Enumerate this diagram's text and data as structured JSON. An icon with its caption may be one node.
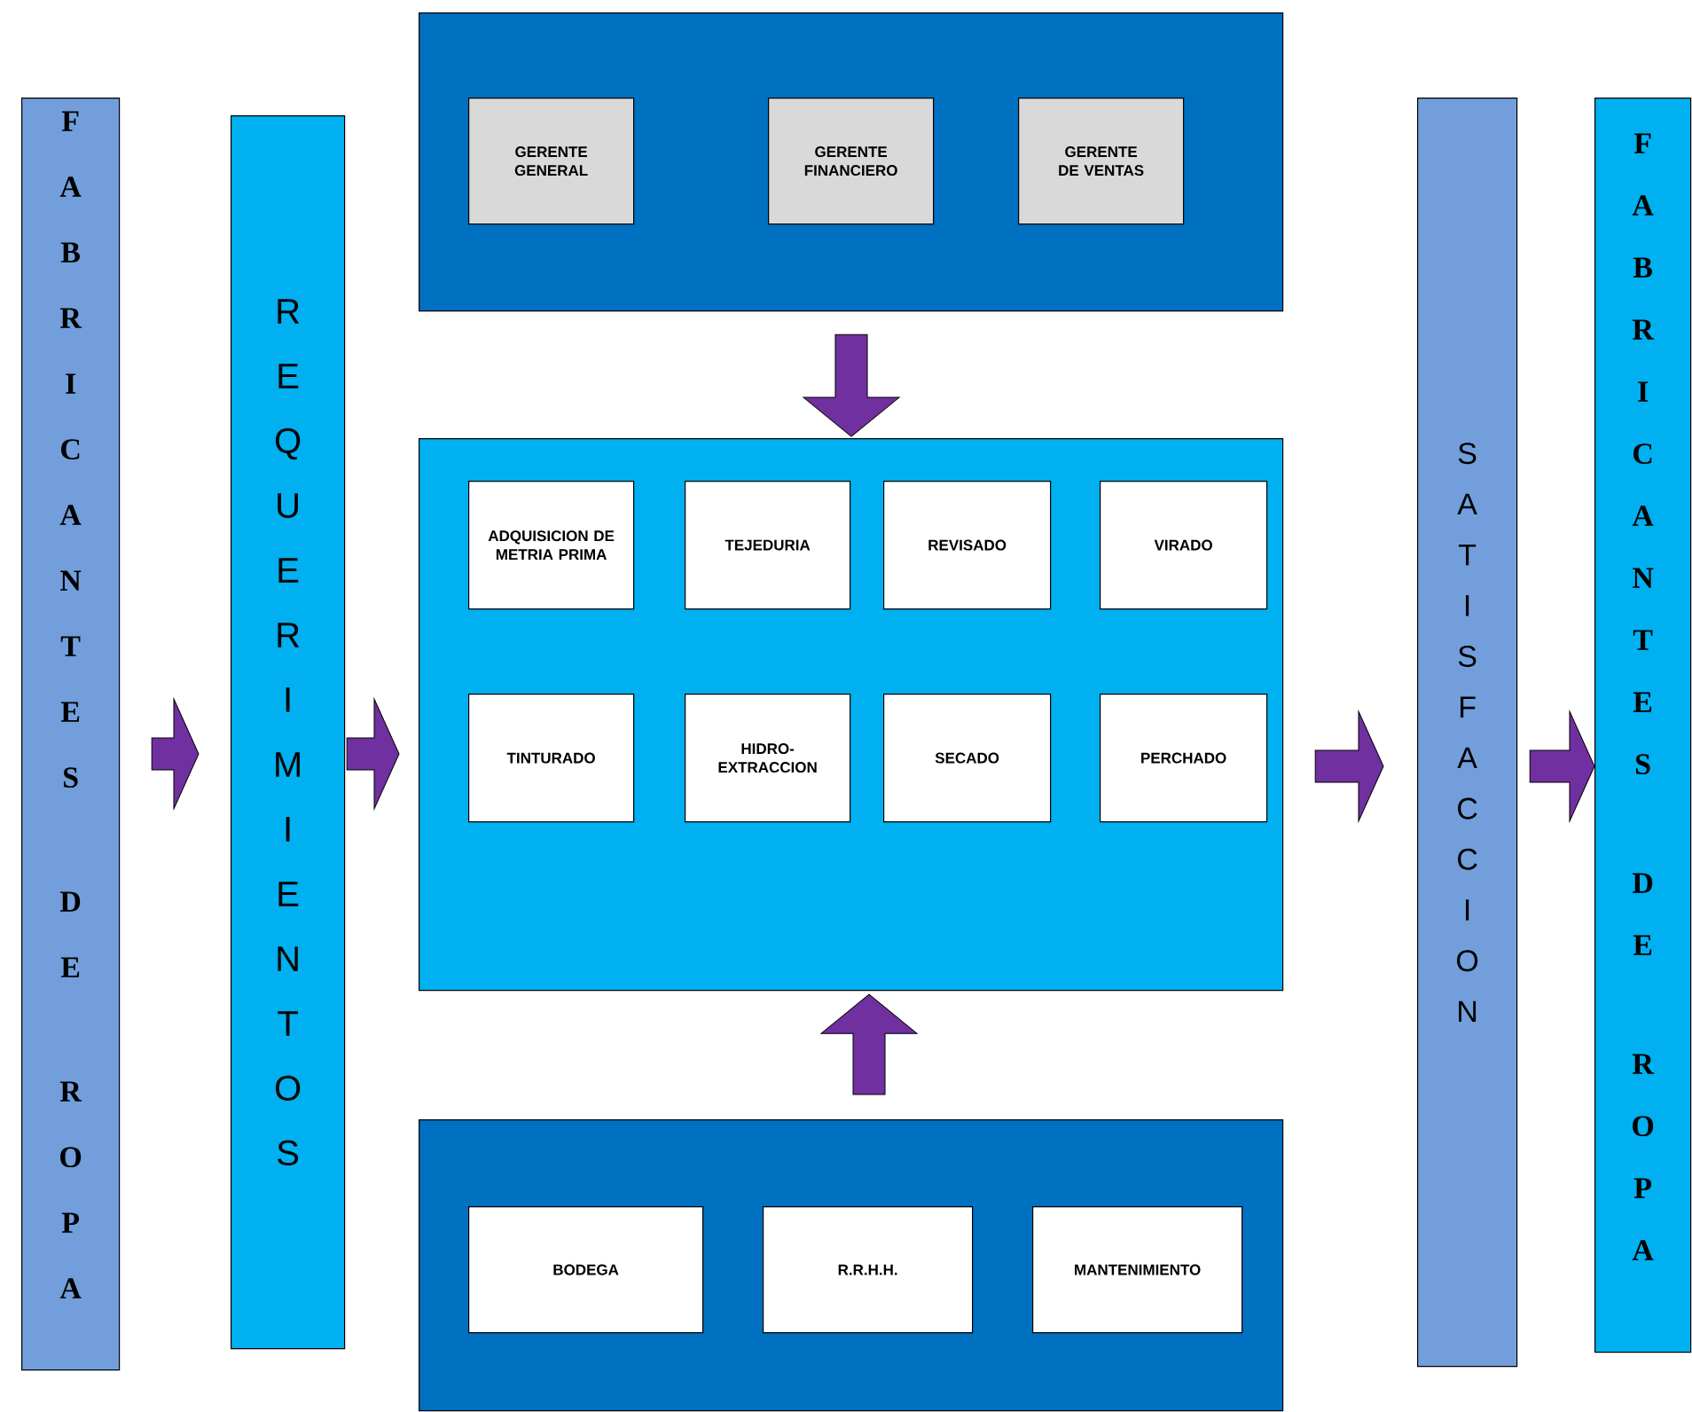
{
  "diagram": {
    "nodes": [
      {
        "text": [
          "FABRICANTES DE ROPA"
        ]
      },
      {
        "text": [
          "REQUERIMIENTOS"
        ]
      },
      {
        "text": [],
        "shape": "box"
      },
      {
        "text": [
          "GERENTE GENERAL"
        ],
        "in": 2
      },
      {
        "text": [
          "GERENTE FINANCIERO"
        ],
        "in": 2
      },
      {
        "text": [
          "GERENTE DE VENTAS"
        ],
        "in": 2
      },
      {
        "text": [],
        "shape": "box"
      },
      {
        "text": [
          "ADQUISICION DE METRIA PRIMA"
        ],
        "in": 6
      },
      {
        "text": [
          "TEJEDURIA"
        ],
        "in": 6
      },
      {
        "text": [
          "REVISADO"
        ],
        "in": 6
      },
      {
        "text": [
          "VIRADO"
        ],
        "in": 6
      },
      {
        "text": [
          "TINTURADO"
        ],
        "in": 6
      },
      {
        "text": [
          "HIDRO-EXTRACCION"
        ],
        "in": 6
      },
      {
        "text": [
          "SECADO"
        ],
        "in": 6
      },
      {
        "text": [
          "PERCHADO"
        ],
        "in": 6
      },
      {
        "text": [],
        "shape": "box"
      },
      {
        "text": [
          "BODEGA"
        ],
        "in": 15
      },
      {
        "text": [
          "R.R.H.H."
        ],
        "in": 15
      },
      {
        "text": [
          "MANTENIMIENTO"
        ],
        "in": 15
      },
      {
        "text": [
          "SATISFACCION"
        ]
      },
      {
        "text": [
          "FABRICANTES DE ROPA"
        ]
      }
    ],
    "edges": [
      {
        "from": 0,
        "to": 1,
        "arrow": "to"
      },
      {
        "from": 1,
        "to": 6,
        "arrow": "to"
      },
      {
        "from": 2,
        "to": 6,
        "arrow": "to"
      },
      {
        "from": 15,
        "to": 6,
        "arrow": "to"
      },
      {
        "from": 6,
        "to": 19,
        "arrow": "to"
      },
      {
        "from": 19,
        "to": 20,
        "arrow": "to"
      }
    ]
  }
}
